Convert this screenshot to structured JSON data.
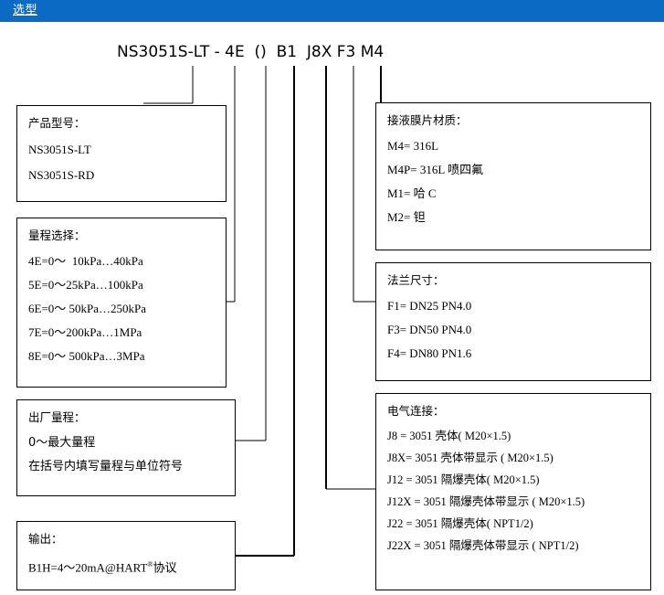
{
  "header": {
    "title": "选型",
    "background_color": "#0a6ac4",
    "text_color": "#ffffff"
  },
  "model_code": "NS3051S-LT - 4E  ()  B1  J8X F3 M4",
  "boxes": {
    "product": {
      "title": "产品型号：",
      "lines": [
        "NS3051S-LT",
        "NS3051S-RD"
      ]
    },
    "range": {
      "title": "量程选择：",
      "lines": [
        "4E=0～  10kPa…40kPa",
        "5E=0～25kPa…100kPa",
        "6E=0～ 50kPa…250kPa",
        "7E=0～200kPa…1MPa",
        "8E=0～ 500kPa…3MPa"
      ]
    },
    "factory_range": {
      "title": "出厂量程：",
      "lines": [
        "0～最大量程",
        "在括号内填写量程与单位符号"
      ]
    },
    "output": {
      "title": "输出：",
      "line_prefix": "B1H=4～20mA@HART",
      "line_sup": "®",
      "line_suffix": "协议"
    },
    "diaphragm": {
      "title": "接液膜片材质：",
      "lines": [
        "M4= 316L",
        "M4P= 316L 喷四氟",
        "M1= 哈 C",
        "M2= 钽"
      ]
    },
    "flange": {
      "title": "法兰尺寸：",
      "lines": [
        "F1= DN25 PN4.0",
        "F3= DN50 PN4.0",
        "F4= DN80 PN1.6"
      ]
    },
    "electrical": {
      "title": "电气连接：",
      "lines": [
        "J8 = 3051 壳体( M20×1.5)",
        "J8X= 3051 壳体带显示 ( M20×1.5)",
        "J12 = 3051 隔爆壳体( M20×1.5)",
        "J12X = 3051 隔爆壳体带显示 ( M20×1.5)",
        "J22 = 3051 隔爆壳体( NPT1/2)",
        "J22X = 3051 隔爆壳体带显示 ( NPT1/2)"
      ]
    }
  }
}
